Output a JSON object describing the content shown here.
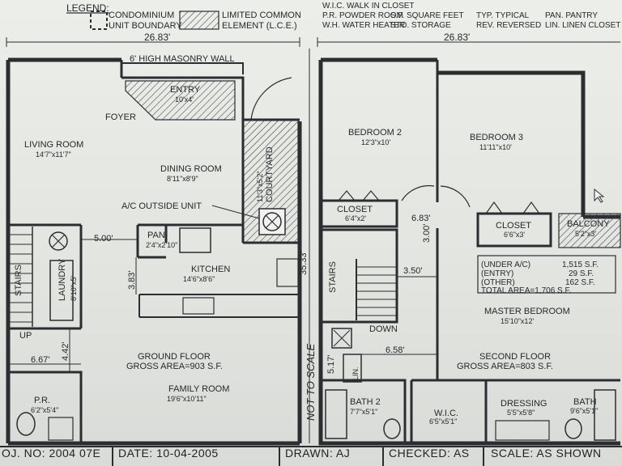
{
  "legend": {
    "title": "LEGEND:",
    "condo_line1": "CONDOMINIUM",
    "condo_line2": "UNIT BOUNDARY",
    "lce_line1": "LIMITED COMMON",
    "lce_line2": "ELEMENT (L.C.E.)",
    "wic": "W.I.C. WALK IN CLOSET",
    "pr": "P.R. POWDER ROOM",
    "wh": "W.H. WATER HEATER",
    "sf": "S.F. SQUARE FEET",
    "sto": "STO. STORAGE",
    "typ": "TYP. TYPICAL",
    "rev": "REV. REVERSED",
    "pan": "PAN. PANTRY",
    "lin": "LIN. LINEN CLOSET"
  },
  "plan": {
    "dim_35_33": "35.33'",
    "not_to_scale": "NOT TO SCALE"
  },
  "ground_floor": {
    "width_dim": "26.83'",
    "masonry_wall": "6' HIGH MASONRY WALL",
    "entry": "ENTRY",
    "entry_size": "10'x4'",
    "courtyard": "COURTYARD",
    "courtyard_size": "11'3\"x5'2\"",
    "ac_unit": "A/C OUTSIDE UNIT",
    "stairs": "STAIRS",
    "up": "UP",
    "laundry": "LAUNDRY",
    "laundry_size": "8'10\"x5'",
    "pantry": "PAN.",
    "pantry_size": "2'4\"x2'10\"",
    "pr": "P.R.",
    "pr_size": "6'2\"x5'4\"",
    "living_room": "LIVING ROOM",
    "living_room_size": "14'7\"x11'7\"",
    "foyer": "FOYER",
    "dining_room": "DINING ROOM",
    "dining_room_size": "8'11\"x8'9\"",
    "kitchen": "KITCHEN",
    "kitchen_size": "14'6\"x8'6\"",
    "title": "GROUND FLOOR",
    "gross_area": "GROSS AREA=903 S.F.",
    "family_room": "FAMILY ROOM",
    "family_room_size": "19'6\"x10'11\"",
    "dim_5_00": "5.00'",
    "dim_3_83": "3.83'",
    "dim_6_67": "6.67'",
    "dim_4_42": "4.42'"
  },
  "second_floor": {
    "width_dim": "26.83'",
    "bedroom2": "BEDROOM 2",
    "bedroom2_size": "12'3\"x10'",
    "closet2": "CLOSET",
    "closet2_size": "6'4\"x2'",
    "bedroom3": "BEDROOM 3",
    "bedroom3_size": "11'11\"x10'",
    "closet3": "CLOSET",
    "closet3_size": "6'6\"x3'",
    "balcony": "BALCONY",
    "balcony_size": "5'2\"x3'",
    "dim_6_83": "6.83'",
    "dim_3_00": "3.00'",
    "stairs": "STAIRS",
    "dim_3_50": "3.50'",
    "down": "DOWN",
    "linen": "LIN.",
    "dim_5_17": "5.17'",
    "dim_6_58": "6.58'",
    "master_bedroom": "MASTER BEDROOM",
    "master_bedroom_size": "15'10\"x12'",
    "title": "SECOND FLOOR",
    "gross_area": "GROSS AREA=803 S.F.",
    "bath2": "BATH 2",
    "bath2_size": "7'7\"x5'1\"",
    "wic": "W.I.C.",
    "wic_size": "6'5\"x5'1\"",
    "dressing": "DRESSING",
    "dressing_size": "5'5\"x5'8\"",
    "bath": "BATH",
    "bath_size": "9'6\"x5'1\""
  },
  "area_table": {
    "under_ac_label": "(UNDER A/C)",
    "under_ac_value": "1,515 S.F.",
    "entry_label": "(ENTRY)",
    "entry_value": "29 S.F.",
    "other_label": "(OTHER)",
    "other_value": "162 S.F.",
    "total": "TOTAL AREA=1,706 S.F."
  },
  "title_block": {
    "project_no": "OJ. NO: 2004 07E",
    "date": "DATE: 10-04-2005",
    "drawn": "DRAWN: AJ",
    "checked": "CHECKED: AS",
    "scale": "SCALE: AS SHOWN"
  }
}
